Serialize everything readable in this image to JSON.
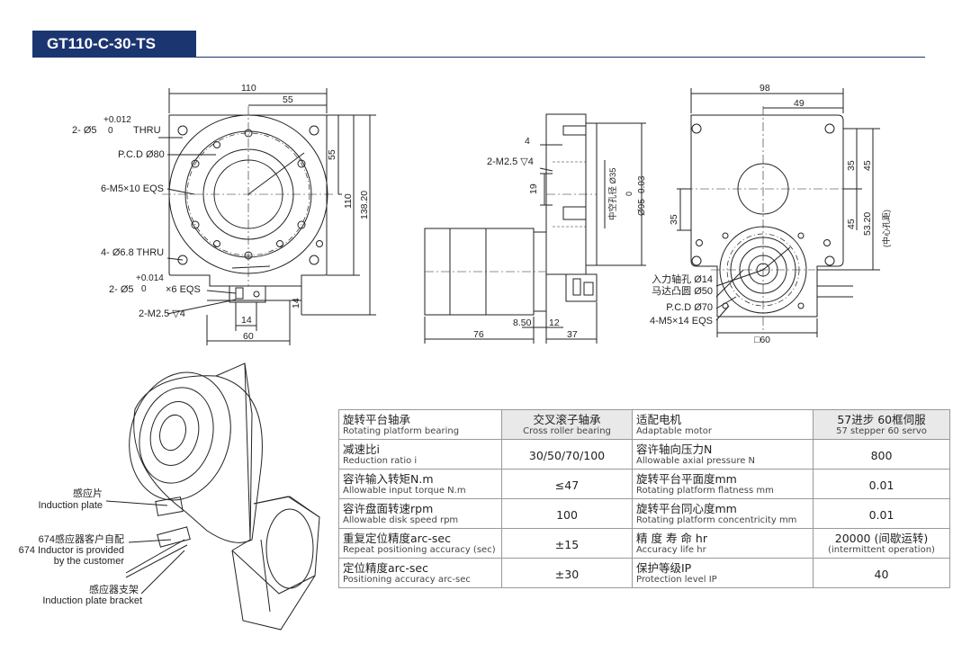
{
  "title": "GT110-C-30-TS",
  "dims": {
    "d110": "110",
    "d55_top": "55",
    "d55_side": "55",
    "d138": "138.20",
    "d110_side": "110",
    "d14_bottom": "14",
    "d14_side": "14",
    "d60_bottom": "60",
    "d4": "4",
    "d19": "19",
    "d850": "8.50",
    "d12": "12",
    "d76": "76",
    "d37": "37",
    "d98": "98",
    "d49": "49",
    "d35a": "35",
    "d45a": "45",
    "d35b": "35",
    "d45b": "45",
    "d5320": "53.20",
    "center_hole": "(中心孔距)",
    "sq60": "□60",
    "phi35": "中空孔径 Ø35",
    "phi95": "Ø95 -0.03",
    "phi95_zero": "0"
  },
  "callouts": {
    "hole_thru": "2- Ø5",
    "hole_thru_tol_top": "+0.012",
    "hole_thru_tol_bot": "0",
    "hole_thru_suffix": "THRU",
    "pcd80": "P.C.D Ø80",
    "m5": "6-M5×10 EQS",
    "hole68": "4- Ø6.8 THRU",
    "hole5b": "2- Ø5",
    "hole5b_tol_top": "+0.014",
    "hole5b_tol_bot": "0",
    "hole5b_suffix": "×6 EQS",
    "m25a": "2-M2.5 ▽4",
    "m25b": "2-M2.5 ▽4",
    "input_hole": "入力轴孔 Ø14",
    "motor_boss": "马达凸圆 Ø50",
    "pcd70": "P.C.D Ø70",
    "m5_14": "4-M5×14 EQS"
  },
  "iso_labels": {
    "plate_cn": "感应片",
    "plate_en": "Induction plate",
    "inductor_cn": "674感应器客户自配",
    "inductor_en1": "674 Inductor is provided",
    "inductor_en2": "by the customer",
    "bracket_cn": "感应器支架",
    "bracket_en": "Induction plate bracket"
  },
  "specs": [
    {
      "k1_cn": "旋转平台轴承",
      "k1_en": "Rotating platform bearing",
      "v1_cn": "交叉滚子轴承",
      "v1_en": "Cross roller bearing",
      "k2_cn": "适配电机",
      "k2_en": "Adaptable motor",
      "v2_cn": "57进步 60框伺服",
      "v2_en": "57 stepper 60 servo"
    },
    {
      "k1_cn": "减速比i",
      "k1_en": "Reduction ratio i",
      "v1": "30/50/70/100",
      "k2_cn": "容许轴向压力N",
      "k2_en": "Allowable axial pressure N",
      "v2": "800"
    },
    {
      "k1_cn": "容许输入转矩N.m",
      "k1_en": "Allowable input torque N.m",
      "v1": "≤47",
      "k2_cn": "旋转平台平面度mm",
      "k2_en": "Rotating platform flatness mm",
      "v2": "0.01"
    },
    {
      "k1_cn": "容许盘面转速rpm",
      "k1_en": "Allowable disk speed rpm",
      "v1": "100",
      "k2_cn": "旋转平台同心度mm",
      "k2_en": "Rotating platform concentricity mm",
      "v2": "0.01"
    },
    {
      "k1_cn": "重复定位精度arc-sec",
      "k1_en": "Repeat positioning accuracy (sec)",
      "v1": "±15",
      "k2_cn": "精 度 寿 命 hr",
      "k2_en": "Accuracy life hr",
      "v2_cn": "20000 (间歇运转)",
      "v2_en": "(intermittent operation)"
    },
    {
      "k1_cn": "定位精度arc-sec",
      "k1_en": "Positioning accuracy arc-sec",
      "v1": "±30",
      "k2_cn": "保护等级IP",
      "k2_en": "Protection level IP",
      "v2": "40"
    }
  ]
}
